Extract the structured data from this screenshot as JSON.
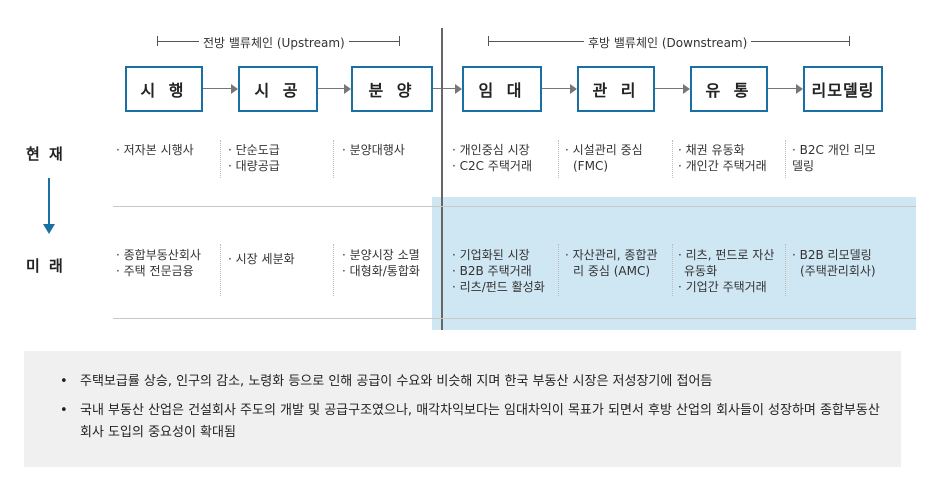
{
  "brackets": {
    "upstream": "전방 밸류체인 (Upstream)",
    "downstream": "후방 밸류체인 (Downstream)"
  },
  "stages": [
    "시 행",
    "시 공",
    "분 양",
    "임 대",
    "관 리",
    "유 통",
    "리모델링"
  ],
  "rows": {
    "current": {
      "label": "현 재",
      "cells": [
        [
          "· 저자본 시행사"
        ],
        [
          "· 단순도급",
          "· 대량공급"
        ],
        [
          "· 분양대행사"
        ],
        [
          "· 개인중심 시장",
          "· C2C 주택거래"
        ],
        [
          "· 시설관리 중심",
          "(FMC)"
        ],
        [
          "· 채권 유동화",
          "· 개인간 주택거래"
        ],
        [
          "· B2C 개인 리모",
          "델링"
        ]
      ]
    },
    "future": {
      "label": "미 래",
      "cells": [
        [
          "· 종합부동산회사",
          "· 주택 전문금융"
        ],
        [
          "· 시장 세분화"
        ],
        [
          "· 분양시장 소멸",
          "· 대형화/통합화"
        ],
        [
          "· 기업화된 시장",
          "· B2B 주택거래",
          "· 리츠/펀드 활성화"
        ],
        [
          "· 자산관리, 종합관",
          "리 중심 (AMC)"
        ],
        [
          "· 리츠, 펀드로 자산",
          "유동화",
          "· 기업간 주택거래"
        ],
        [
          "· B2B 리모델링",
          "(주택관리회사)"
        ]
      ]
    }
  },
  "notes": [
    "주택보급률 상승, 인구의 감소, 노령화 등으로 인해 공급이 수요와 비슷해 지며 한국 부동산 시장은 저성장기에 접어듬",
    "국내 부동산 산업은 건설회사 주도의 개발 및 공급구조였으나, 매각차익보다는 임대차익이 목표가 되면서 후방 산업의 회사들이 성장하며 종합부동산회사 도입의 중요성이 확대됨"
  ],
  "colors": {
    "accent": "#1a6fa3",
    "highlight": "#cfe6f3",
    "notes_bg": "#f0f0f0"
  }
}
